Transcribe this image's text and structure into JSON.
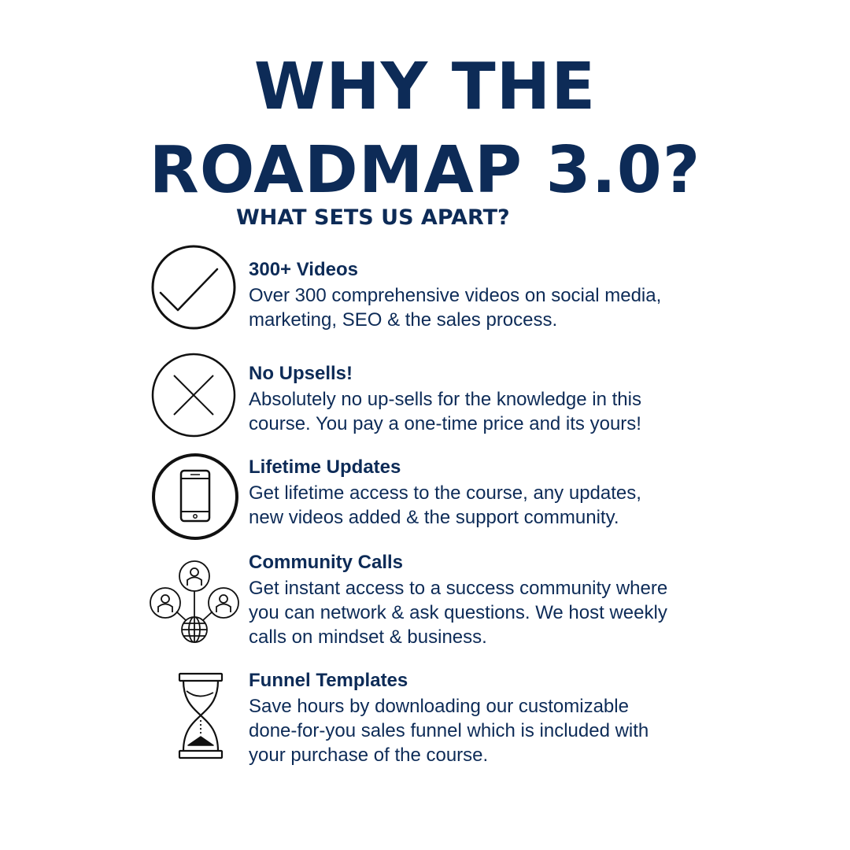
{
  "title": {
    "line1": "WHY THE",
    "line2": "ROADMAP 3.0?"
  },
  "subtitle": "WHAT SETS US APART?",
  "colors": {
    "navy": "#0d2b57",
    "icon_stroke": "#111111",
    "background": "#ffffff"
  },
  "features": [
    {
      "icon": "checkmark-circle-icon",
      "heading": "300+ Videos",
      "description": "Over 300 comprehensive videos on social media,\nmarketing, SEO & the sales process."
    },
    {
      "icon": "x-circle-icon",
      "heading": "No Upsells!",
      "description": "Absolutely no up-sells for the knowledge in this\ncourse. You pay a one-time price and its yours!"
    },
    {
      "icon": "smartphone-circle-icon",
      "heading": "Lifetime Updates",
      "description": "Get lifetime access to the course, any updates,\nnew videos added & the support community."
    },
    {
      "icon": "community-network-icon",
      "heading": "Community Calls",
      "description": "Get instant access to a success community where\nyou can network & ask questions. We host weekly\ncalls on mindset & business."
    },
    {
      "icon": "hourglass-icon",
      "heading": "Funnel Templates",
      "description": "Save hours by downloading our customizable\ndone-for-you sales funnel which is included with\nyour purchase of the course."
    }
  ]
}
